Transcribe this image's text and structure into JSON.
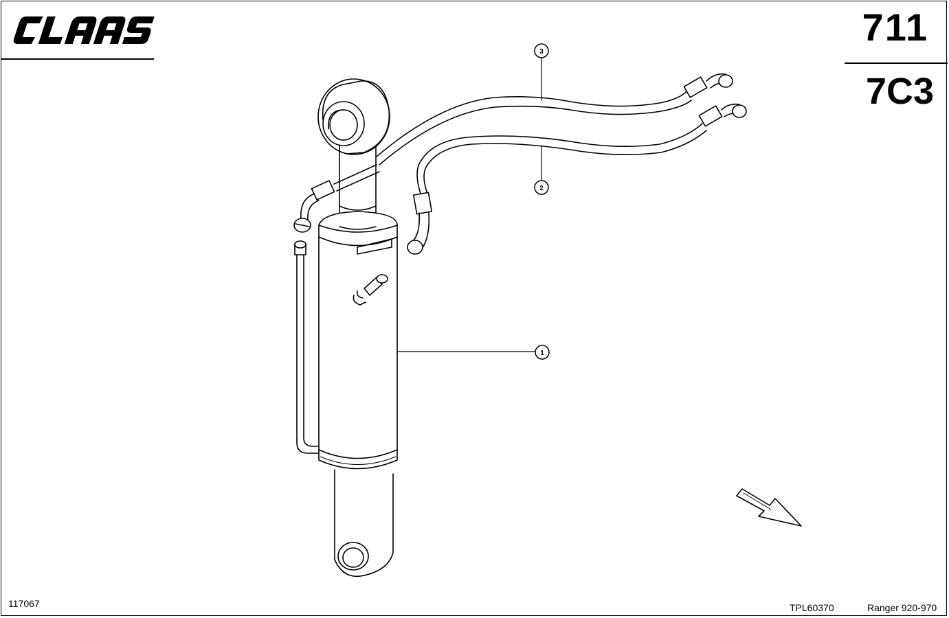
{
  "header": {
    "brand": "CLAAS",
    "page_number": "711",
    "group_code": "7C3"
  },
  "diagram": {
    "callouts": [
      {
        "id": "3",
        "label": "3"
      },
      {
        "id": "2",
        "label": "2"
      },
      {
        "id": "1",
        "label": "1"
      }
    ]
  },
  "footer": {
    "figure_id": "117067",
    "doc_id": "TPL60370",
    "model": "Ranger 920-970"
  }
}
